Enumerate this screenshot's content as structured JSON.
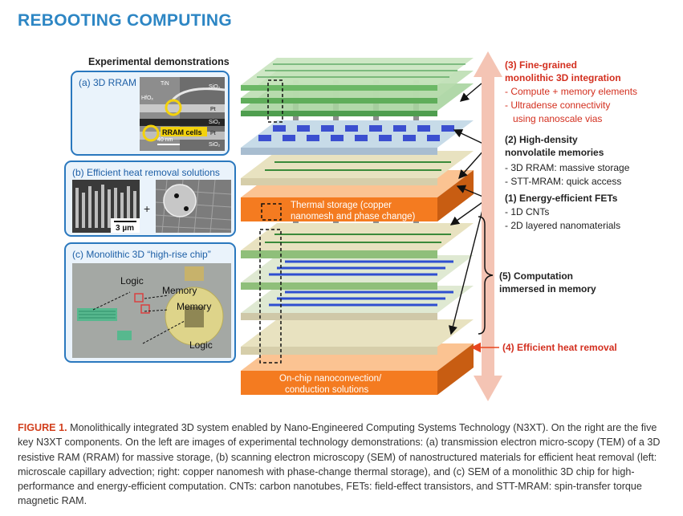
{
  "header": {
    "title": "REBOOTING COMPUTING"
  },
  "left": {
    "title": "Experimental demonstrations",
    "panel_a": {
      "title": "(a) 3D RRAM",
      "labels": [
        "TiN",
        "SiO₂",
        "HfOₓ",
        "Pt",
        "SiO₂",
        "RRAM cells",
        "Pt",
        "SiO₂"
      ],
      "scale": "40 nm"
    },
    "panel_b": {
      "title": "(b) Efficient heat removal solutions",
      "scale": "3 µm",
      "plus": "+"
    },
    "panel_c": {
      "title": "(c) Monolithic 3D “high-rise chip”",
      "logic1": "Logic",
      "memory1": "Memory",
      "memory2": "Memory",
      "logic2": "Logic"
    }
  },
  "stack": {
    "thermal_label": [
      "Thermal storage (copper",
      "nanomesh and phase change)"
    ],
    "bottom_label": [
      "On-chip nanoconvection/",
      "conduction solutions"
    ]
  },
  "right": {
    "item3": {
      "title1": "(3) Fine-grained",
      "title2": "monolithic 3D integration",
      "b1": "- Compute + memory elements",
      "b2": "- Ultradense connectivity",
      "b3": "using nanoscale vias"
    },
    "item2": {
      "title1": "(2) High-density",
      "title2": "nonvolatile memories",
      "b1": "- 3D RRAM: massive storage",
      "b2": "- STT-MRAM: quick access"
    },
    "item1": {
      "title": "(1) Energy-efficient FETs",
      "b1": "- 1D CNTs",
      "b2": "- 2D layered nanomaterials"
    },
    "item5": {
      "title1": "(5) Computation",
      "title2": "immersed in memory"
    },
    "item4": {
      "title": "(4) Efficient heat removal"
    }
  },
  "caption": {
    "figure": "FIGURE 1.",
    "text": " Monolithically integrated 3D system enabled by Nano-Engineered Computing Systems Technology (N3XT). On the right are the five key N3XT components. On the left are images of experimental technology demonstrations: (a) transmission electron micro-scopy (TEM) of a 3D resistive RAM (RRAM) for massive storage, (b) scanning electron microscopy (SEM) of nanostructured materials for efficient heat removal (left: microscale capillary advection; right: copper nanomesh with phase-change thermal storage), and (c) SEM of a monolithic 3D chip for high-performance and energy-efficient computation. CNTs: carbon nanotubes, FETs: field-effect transistors, and STT-MRAM: spin-transfer torque magnetic RAM."
  },
  "colors": {
    "accent": "#2d86c4",
    "red": "#d32f1f",
    "orange": "#f47b20",
    "panel_border": "#2a78be",
    "arrow": "#f4c4b4"
  }
}
